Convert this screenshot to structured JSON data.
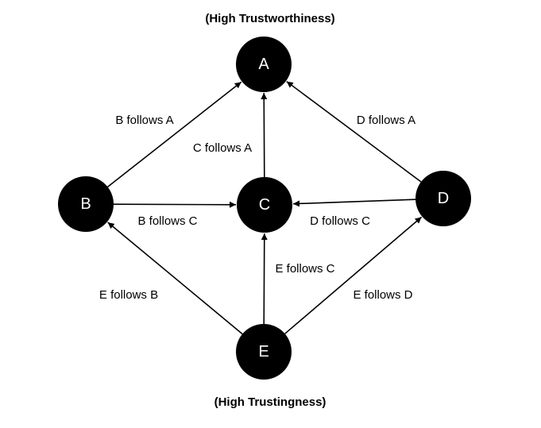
{
  "captions": {
    "top": "(High Trustworthiness)",
    "bottom": "(High Trustingness)"
  },
  "nodes": [
    {
      "id": "A",
      "label": "A"
    },
    {
      "id": "B",
      "label": "B"
    },
    {
      "id": "C",
      "label": "C"
    },
    {
      "id": "D",
      "label": "D"
    },
    {
      "id": "E",
      "label": "E"
    }
  ],
  "edges": [
    {
      "from": "B",
      "to": "A",
      "label": "B follows A"
    },
    {
      "from": "C",
      "to": "A",
      "label": "C follows A"
    },
    {
      "from": "D",
      "to": "A",
      "label": "D follows A"
    },
    {
      "from": "B",
      "to": "C",
      "label": "B follows C"
    },
    {
      "from": "D",
      "to": "C",
      "label": "D follows C"
    },
    {
      "from": "E",
      "to": "C",
      "label": "E follows C"
    },
    {
      "from": "E",
      "to": "B",
      "label": "E follows B"
    },
    {
      "from": "E",
      "to": "D",
      "label": "E follows D"
    }
  ],
  "colors": {
    "node_fill": "#000000",
    "node_text": "#ffffff",
    "edge": "#000000",
    "text": "#000000"
  }
}
